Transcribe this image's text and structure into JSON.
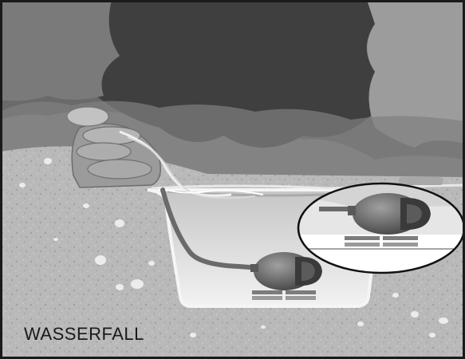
{
  "figure": {
    "caption": "WASSERFALL",
    "items": [
      {
        "name": "stone-waterfall"
      },
      {
        "name": "pond"
      },
      {
        "name": "pump"
      },
      {
        "name": "pump-detail-inset"
      }
    ]
  }
}
